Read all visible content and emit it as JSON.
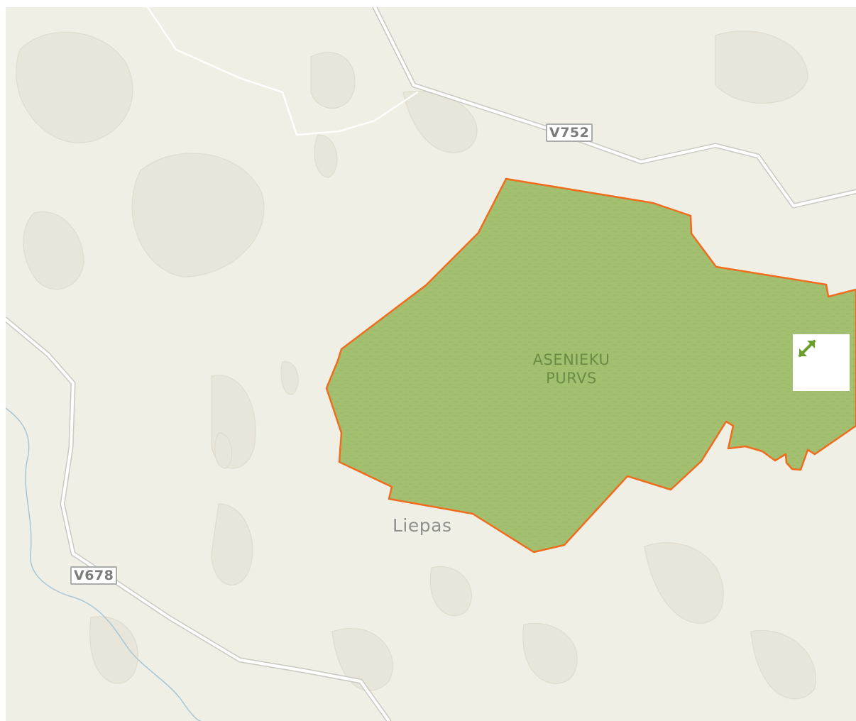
{
  "map": {
    "area_label_line1": "ASENIEKU",
    "area_label_line2": "PURVS",
    "place_label": "Liepas",
    "road_shields": [
      "V752",
      "V678"
    ],
    "colors": {
      "background": "#efefe6",
      "polygon_fill": "#a3c070",
      "polygon_stroke": "#f26b1d",
      "road": "#ffffff",
      "road_casing": "#c9c9c2",
      "water": "#a8c6d4",
      "accent": "#6a9e2f"
    },
    "controls": {
      "expand_icon": "expand-arrows-icon"
    }
  }
}
